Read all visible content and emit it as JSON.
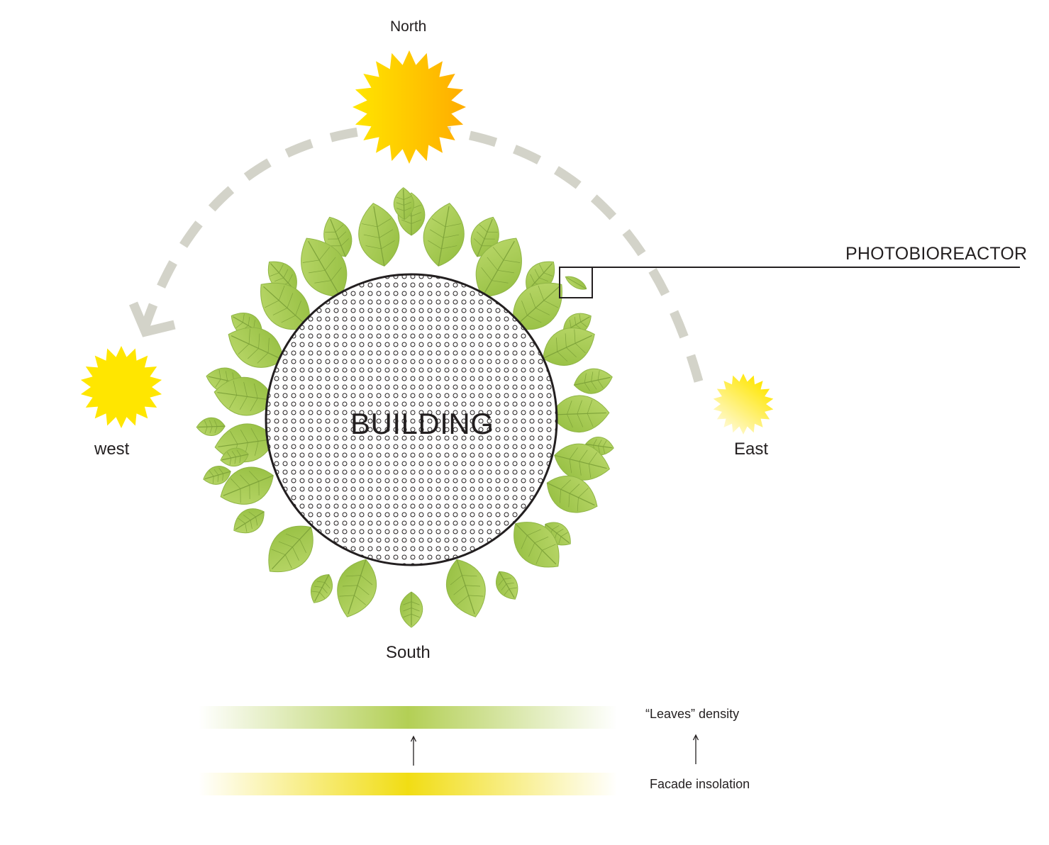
{
  "directions": {
    "north": "North",
    "south": "South",
    "west": "west",
    "east": "East"
  },
  "building_label": "BUILDING",
  "callout_label": "PHOTOBIOREACTOR",
  "legend": {
    "leaves_density": "“Leaves” density",
    "facade_insolation": "Facade insolation"
  },
  "colors": {
    "sun_yellow": "#ffe600",
    "sun_orange": "#ffb000",
    "leaf_green": "#a8cc55",
    "leaf_vein": "#7ea33a",
    "arc_gray": "#d3d3c9",
    "outline": "#231f20",
    "density_bar": "#b3cf55",
    "insolation_bar": "#f1dd14"
  }
}
